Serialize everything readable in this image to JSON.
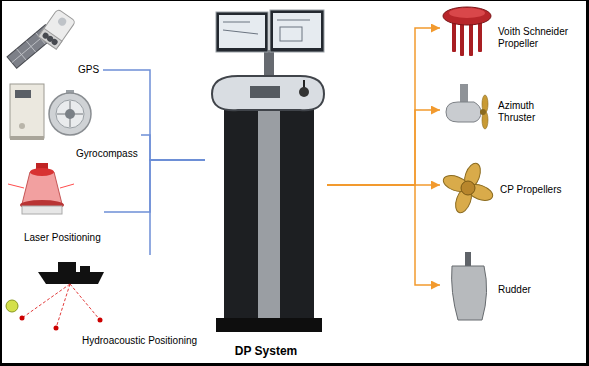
{
  "diagram": {
    "nodes": [
      {
        "text": [
          "GPS"
        ]
      },
      {
        "text": [
          "Gyrocompass"
        ]
      },
      {
        "text": [
          "Laser Positioning"
        ]
      },
      {
        "text": [
          "Hydroacoustic Positioning"
        ]
      },
      {
        "text": [
          "DP System"
        ]
      },
      {
        "text": [
          "Voith Schneider Propeller"
        ]
      },
      {
        "text": [
          "Azimuth Thruster"
        ]
      },
      {
        "text": [
          "CP Propellers"
        ]
      },
      {
        "text": [
          "Rudder"
        ]
      }
    ],
    "edges": [
      {
        "from": 0,
        "to": 4,
        "arrow": "none"
      },
      {
        "from": 1,
        "to": 4,
        "arrow": "none"
      },
      {
        "from": 2,
        "to": 4,
        "arrow": "none"
      },
      {
        "from": 3,
        "to": 4,
        "arrow": "none"
      },
      {
        "from": 4,
        "to": 5,
        "arrow": "to"
      },
      {
        "from": 4,
        "to": 6,
        "arrow": "to"
      },
      {
        "from": 4,
        "to": 7,
        "arrow": "to"
      },
      {
        "from": 4,
        "to": 8,
        "arrow": "to"
      }
    ]
  }
}
